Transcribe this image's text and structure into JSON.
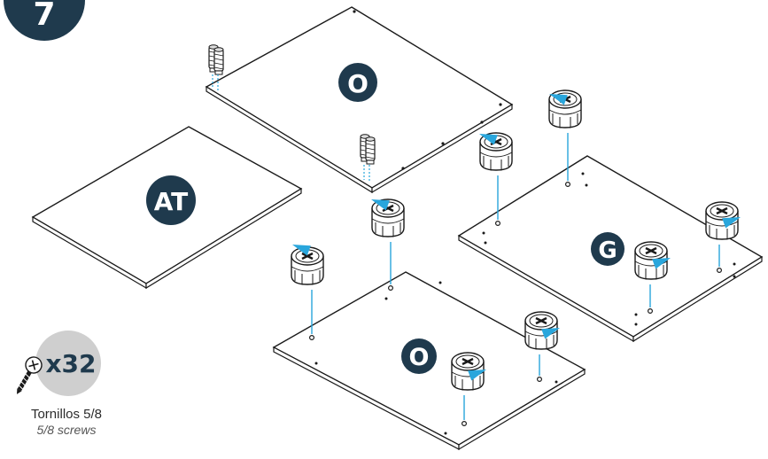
{
  "step": {
    "number": "7"
  },
  "panels": {
    "top_panel_label": "O",
    "back_panel_label": "AT",
    "right_panel_label": "G",
    "bottom_panel_label": "O"
  },
  "hardware": {
    "quantity": "x32",
    "caption_es": "Tornillos 5/8",
    "caption_en": "5/8 screws"
  },
  "colors": {
    "badge": "#1f3a4d",
    "arrow": "#29a6dc",
    "line": "#1a1a1a",
    "quantity_circle": "#cfcfcf"
  },
  "icons": [
    "cam-lock-icon",
    "wooden-dowel-icon",
    "screw-icon",
    "insert-arrow-icon"
  ]
}
